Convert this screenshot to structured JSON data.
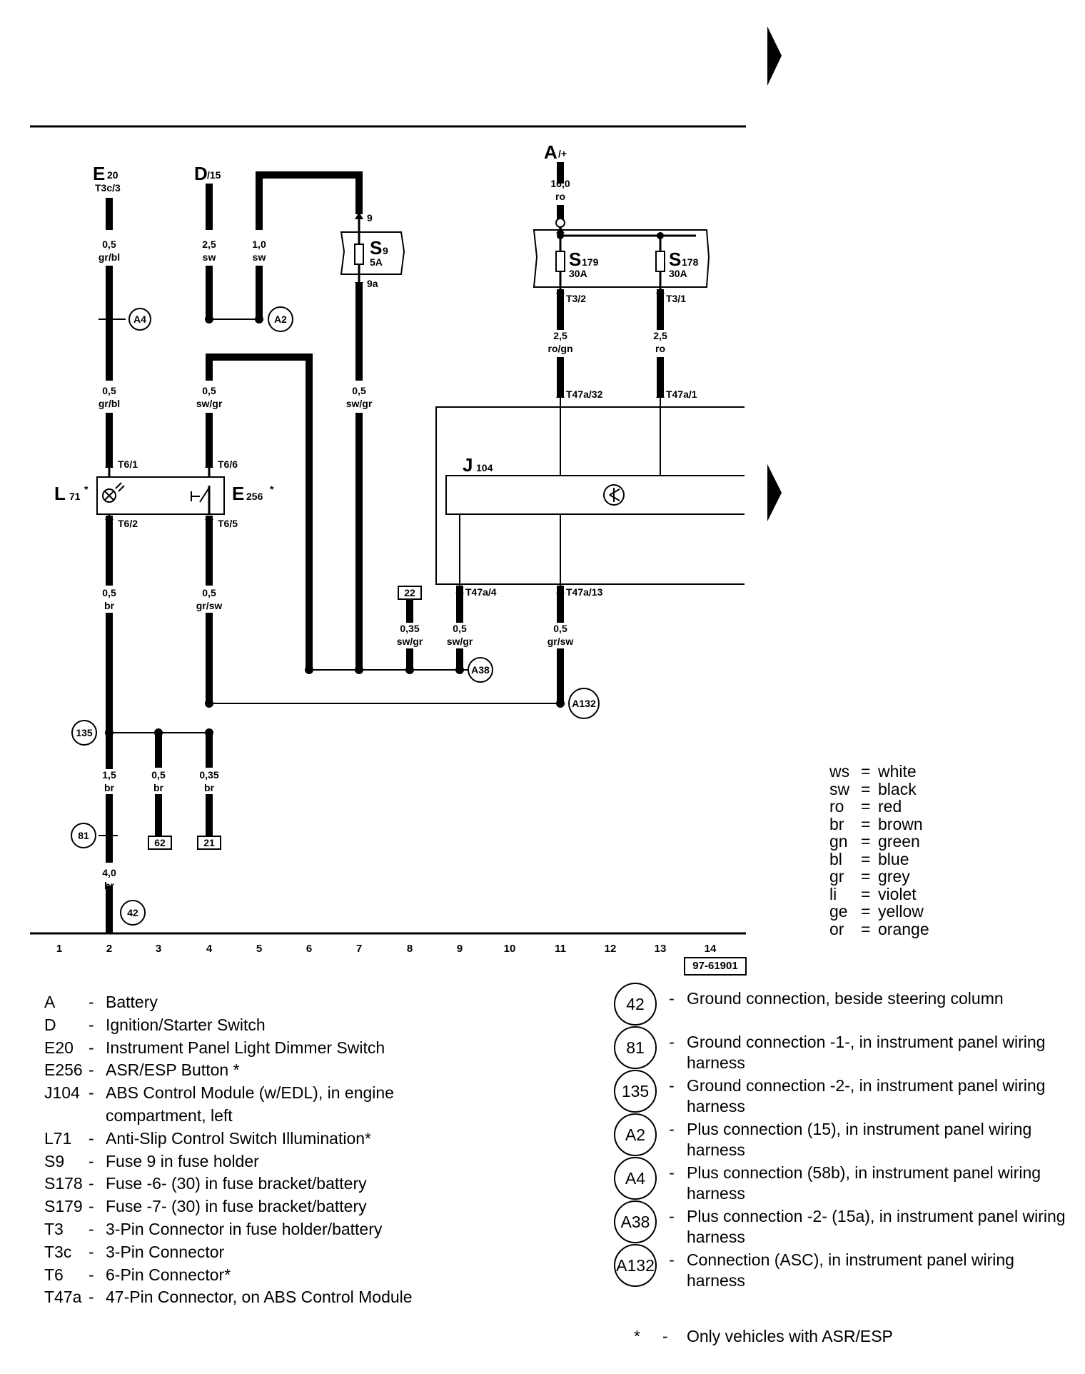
{
  "diagram": {
    "top_components": {
      "e20": {
        "name": "E",
        "sub": "20",
        "pin": "T3c/3"
      },
      "d15": {
        "name": "D",
        "sub": "/15"
      },
      "a": {
        "name": "A",
        "sub": "/+"
      },
      "a_wire": {
        "size": "16,0",
        "color": "ro"
      }
    },
    "fuses": {
      "s9": {
        "name": "S",
        "sub": "9",
        "rating": "5A",
        "pin_in": "9",
        "pin_out": "9a"
      },
      "s179": {
        "name": "S",
        "sub": "179",
        "rating": "30A",
        "pin_out": "T3/2"
      },
      "s178": {
        "name": "S",
        "sub": "178",
        "rating": "30A",
        "pin_out": "T3/1"
      }
    },
    "wire_labels": {
      "c2a": {
        "size": "0,5",
        "color": "gr/bl"
      },
      "c2b": {
        "size": "0,5",
        "color": "gr/bl"
      },
      "c2c": {
        "size": "0,5",
        "color": "br"
      },
      "c2d": {
        "size": "1,5",
        "color": "br"
      },
      "c2e": {
        "size": "4,0",
        "color": "br"
      },
      "c3": {
        "size": "2,5",
        "color": "sw"
      },
      "c4a": {
        "size": "0,5",
        "color": "sw/gr"
      },
      "c4b": {
        "size": "0,5",
        "color": "gr/sw"
      },
      "c4c": {
        "size": "0,35",
        "color": "br"
      },
      "c5": {
        "size": "1,0",
        "color": "sw"
      },
      "c3b": {
        "size": "0,5",
        "color": "br"
      },
      "c7": {
        "size": "0,5",
        "color": "sw/gr"
      },
      "c8": {
        "size": "0,35",
        "color": "sw/gr"
      },
      "c9": {
        "size": "0,5",
        "color": "sw/gr"
      },
      "c11a": {
        "size": "2,5",
        "color": "ro/gn"
      },
      "c11b": {
        "size": "0,5",
        "color": "gr/sw"
      },
      "c13": {
        "size": "2,5",
        "color": "ro"
      }
    },
    "pins": {
      "t61": "T6/1",
      "t66": "T6/6",
      "t62": "T6/2",
      "t65": "T6/5",
      "t47a32": "T47a/32",
      "t47a1": "T47a/1",
      "t47a4": "T47a/4",
      "t47a13": "T47a/13"
    },
    "components": {
      "l71": {
        "name": "L",
        "sub": "71",
        "star": "*"
      },
      "e256": {
        "name": "E",
        "sub": "256",
        "star": "*"
      },
      "j104": {
        "name": "J",
        "sub": "104"
      }
    },
    "connection_circles": {
      "a4": "A4",
      "a2": "A2",
      "a38": "A38",
      "a132": "A132",
      "g135": "135",
      "g81": "81",
      "g42": "42"
    },
    "reference_boxes": {
      "r22": "22",
      "r62": "62",
      "r21": "21"
    },
    "columns": [
      "1",
      "2",
      "3",
      "4",
      "5",
      "6",
      "7",
      "8",
      "9",
      "10",
      "11",
      "12",
      "13",
      "14"
    ],
    "figure_id": "97-61901"
  },
  "color_codes": [
    {
      "abbr": "ws",
      "name": "white"
    },
    {
      "abbr": "sw",
      "name": "black"
    },
    {
      "abbr": "ro",
      "name": "red"
    },
    {
      "abbr": "br",
      "name": "brown"
    },
    {
      "abbr": "gn",
      "name": "green"
    },
    {
      "abbr": "bl",
      "name": "blue"
    },
    {
      "abbr": "gr",
      "name": "grey"
    },
    {
      "abbr": "li",
      "name": "violet"
    },
    {
      "abbr": "ge",
      "name": "yellow"
    },
    {
      "abbr": "or",
      "name": "orange"
    }
  ],
  "legend_left": [
    {
      "code": "A",
      "text": "Battery"
    },
    {
      "code": "D",
      "text": "Ignition/Starter Switch"
    },
    {
      "code": "E20",
      "text": "Instrument Panel Light Dimmer Switch"
    },
    {
      "code": "E256",
      "text": "ASR/ESP Button *"
    },
    {
      "code": "J104",
      "text": "ABS Control Module (w/EDL), in engine compartment, left"
    },
    {
      "code": "L71",
      "text": "Anti-Slip Control Switch Illumination*"
    },
    {
      "code": "S9",
      "text": "Fuse 9 in fuse holder"
    },
    {
      "code": "S178",
      "text": "Fuse -6- (30) in fuse bracket/battery"
    },
    {
      "code": "S179",
      "text": "Fuse -7- (30) in fuse bracket/battery"
    },
    {
      "code": "T3",
      "text": "3-Pin Connector in fuse holder/battery"
    },
    {
      "code": "T3c",
      "text": "3-Pin Connector"
    },
    {
      "code": "T6",
      "text": "6-Pin Connector*"
    },
    {
      "code": "T47a",
      "text": "47-Pin Connector, on ABS Control Module"
    }
  ],
  "legend_right": [
    {
      "code": "42",
      "text": "Ground connection, beside steering column"
    },
    {
      "code": "81",
      "text": "Ground connection -1-, in instrument panel wiring harness"
    },
    {
      "code": "135",
      "text": "Ground connection -2-, in instrument panel wiring harness"
    },
    {
      "code": "A2",
      "text": "Plus connection (15), in instrument panel wiring harness"
    },
    {
      "code": "A4",
      "text": "Plus connection (58b), in instrument panel wiring harness"
    },
    {
      "code": "A38",
      "text": "Plus connection -2- (15a), in instrument panel wiring harness"
    },
    {
      "code": "A132",
      "text": "Connection (ASC), in instrument panel wiring harness"
    }
  ],
  "footnote": {
    "mark": "*",
    "text": "Only vehicles with ASR/ESP"
  }
}
